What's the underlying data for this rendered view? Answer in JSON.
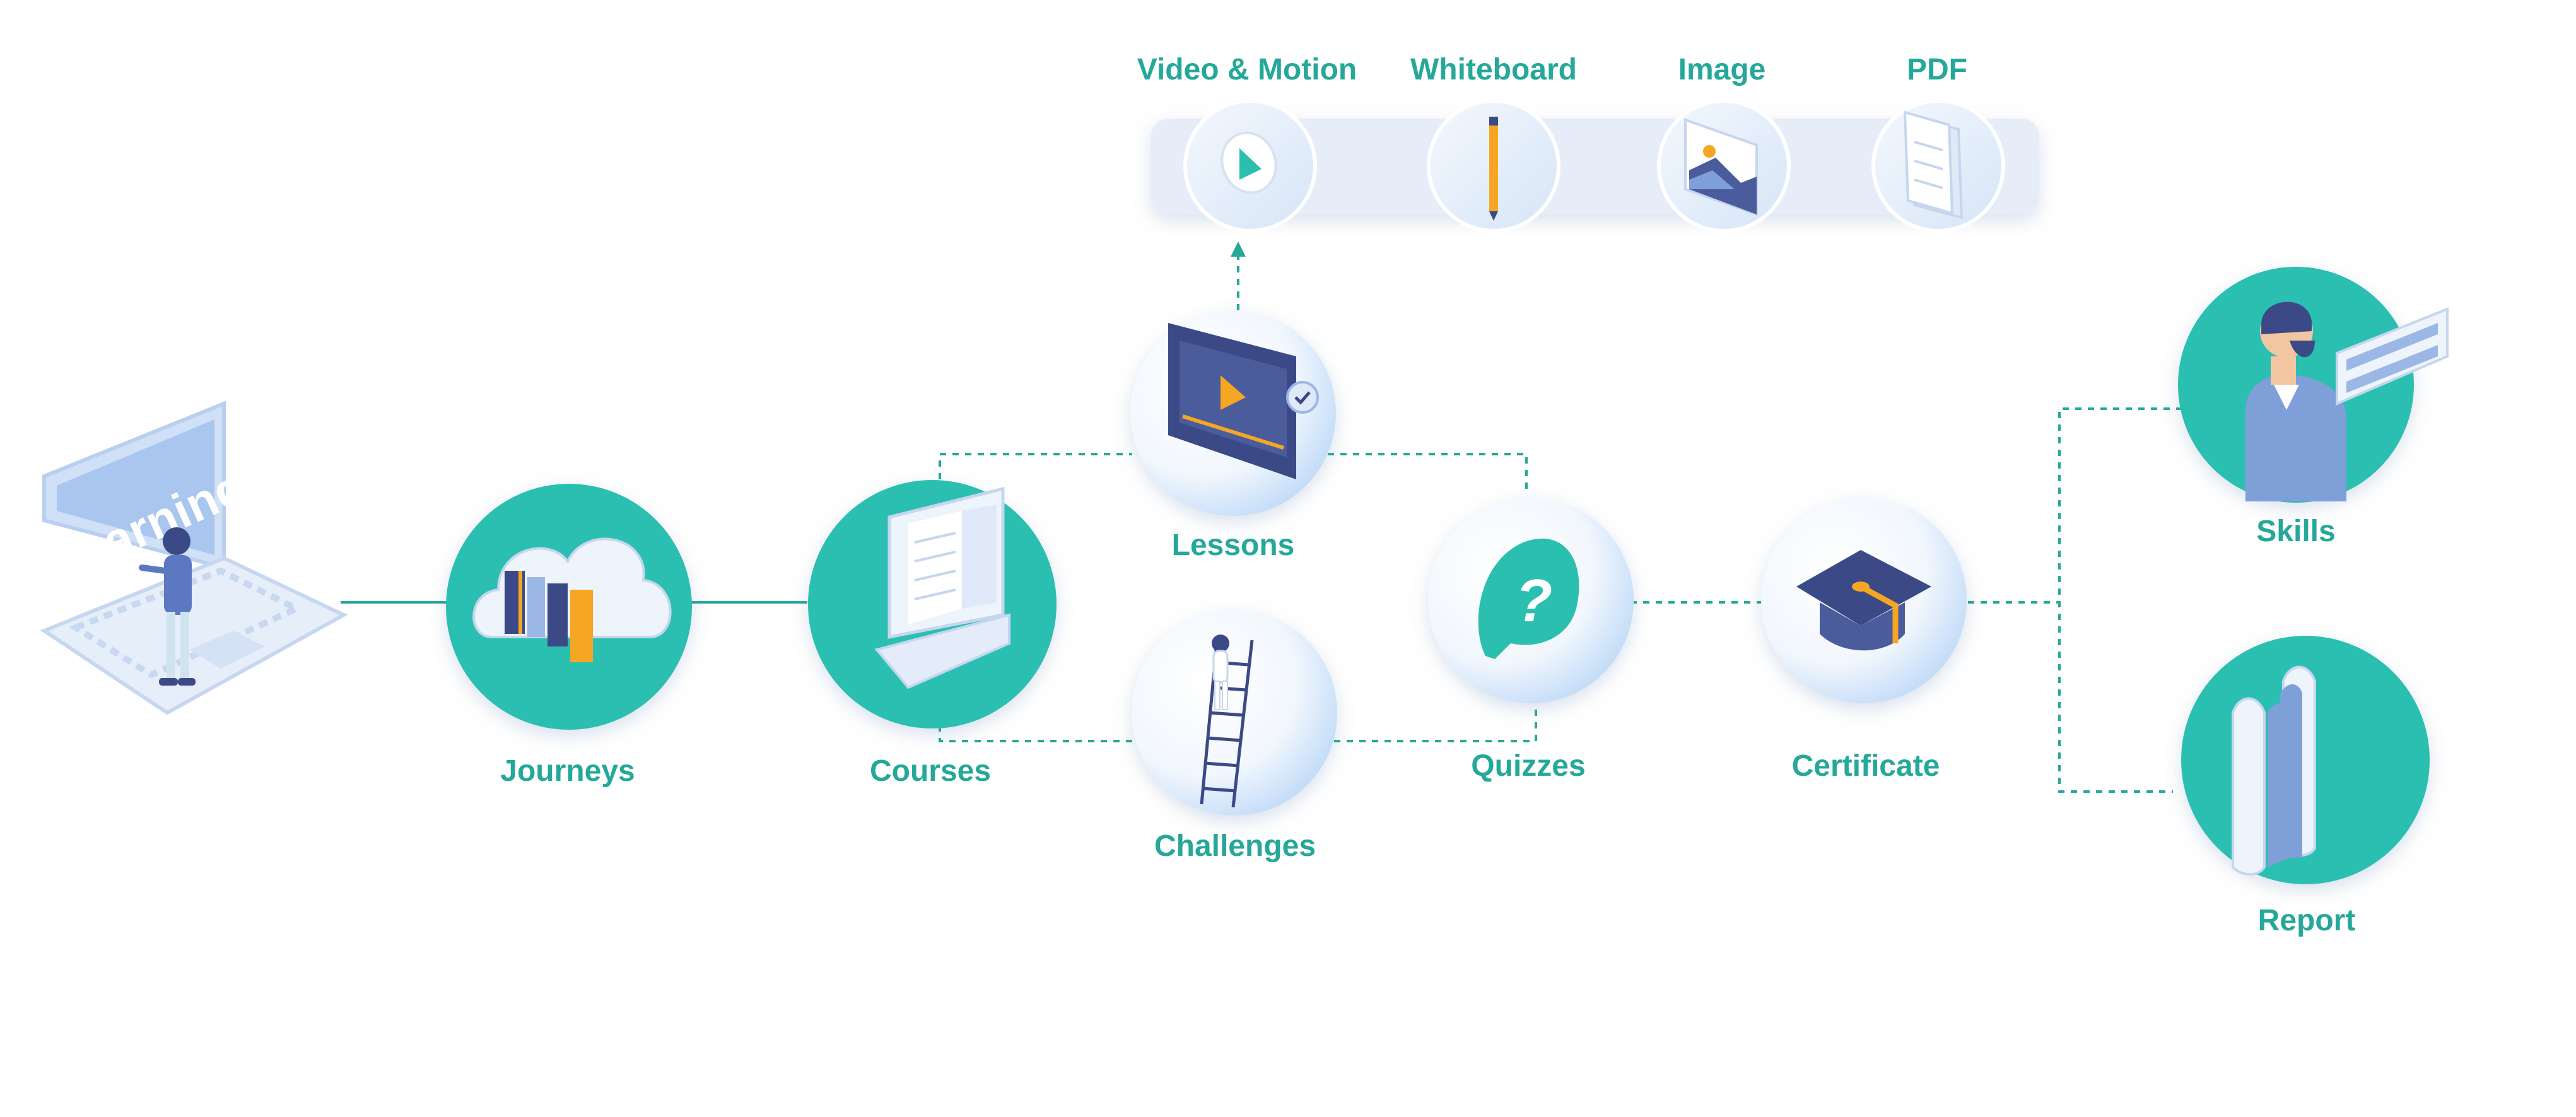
{
  "laptop_text": "Learning",
  "nodes": {
    "journeys": "Journeys",
    "courses": "Courses",
    "lessons": "Lessons",
    "challenges": "Challenges",
    "quizzes": "Quizzes",
    "certificate": "Certificate",
    "skills": "Skills",
    "report": "Report"
  },
  "media": {
    "video": "Video & Motion",
    "whiteboard": "Whiteboard",
    "image": "Image",
    "pdf": "PDF"
  },
  "quiz_symbol": "?",
  "colors": {
    "teal": "#2bbfb0",
    "label": "#25a899",
    "navy": "#3b4a86",
    "blue": "#7f9fd8",
    "light": "#dde8f7",
    "orange": "#f5a623"
  }
}
